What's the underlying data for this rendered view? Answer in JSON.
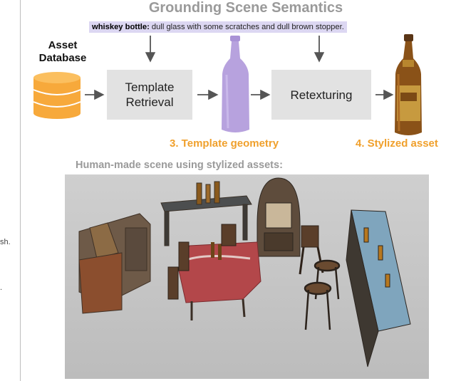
{
  "title": "Grounding Scene Semantics",
  "prompt": {
    "object": "whiskey bottle:",
    "description": " dull glass with some scratches and dull brown stopper."
  },
  "asset_database": {
    "line1": "Asset",
    "line2": "Database"
  },
  "template_retrieval": {
    "line1": "Template",
    "line2": "Retrieval"
  },
  "retexturing": {
    "label": "Retexturing"
  },
  "stage3": {
    "label": "3. Template geometry"
  },
  "stage4": {
    "label": "4. Stylized asset"
  },
  "scene": {
    "caption": "Human-made scene using stylized assets:"
  },
  "edge_fragments": {
    "top": "sh.",
    "bottom": "."
  },
  "colors": {
    "database": "#f7a93b",
    "process_box": "#e2e2e2",
    "template_bottle": "#b7a2de",
    "stage_label": "#f0a02c",
    "title": "#9a9a9a",
    "prompt_highlight": "#dcd7f2",
    "arrow": "#555555"
  },
  "icons": [
    "database-icon",
    "template-bottle-icon",
    "stylized-bottle-icon"
  ]
}
